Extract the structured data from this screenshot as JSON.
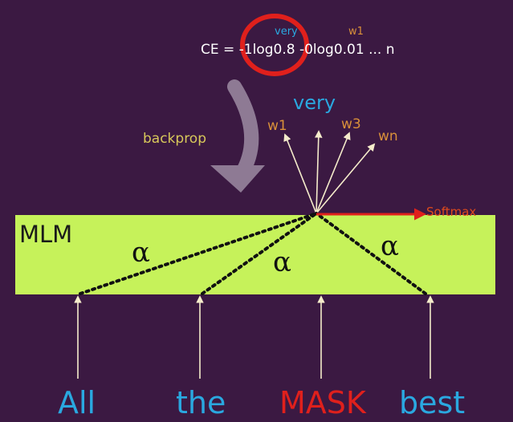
{
  "formula": {
    "text": "CE = -1log0.8 -0log0.01 ...  n",
    "label_very": "very",
    "label_w1": "w1"
  },
  "output": {
    "very": "very",
    "w1": "w1",
    "w3": "w3",
    "wn": "wn"
  },
  "backprop_label": "backprop",
  "softmax_label": "Softmax",
  "model_label": "MLM",
  "alpha": "α",
  "tokens": [
    "All",
    "the",
    "MASK",
    "best"
  ],
  "colors": {
    "background": "#3b1942",
    "box": "#c6f25a",
    "blue": "#2aa8e0",
    "orange": "#d9903a",
    "red": "#e0201c",
    "arrow": "#f5eccb",
    "backprop_arrow": "#8e7a94",
    "yellow": "#d8c85a"
  }
}
